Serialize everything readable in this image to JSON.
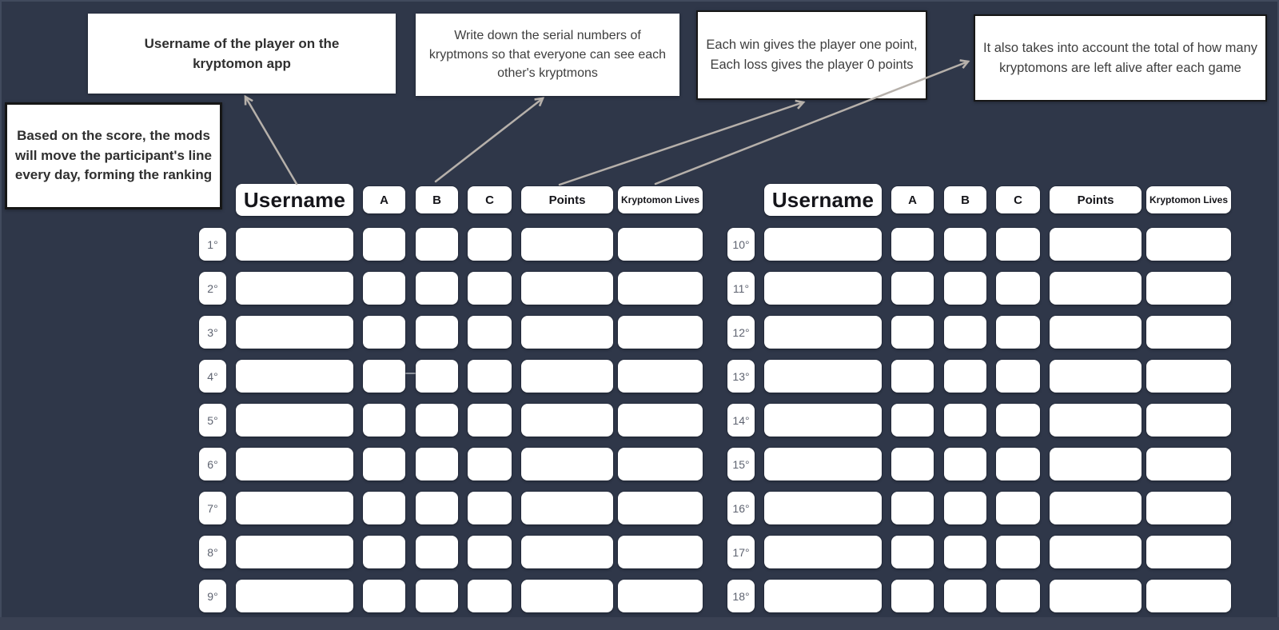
{
  "colors": {
    "background": "#2f3749",
    "frame": "#3a4153",
    "card": "#ffffff",
    "arrow": "#b6b0aa",
    "border_black": "#161616",
    "note_text": "#3e3e3e",
    "note_text_bold": "#2f2f2f",
    "header_text": "#15151a",
    "rank_text": "#5e6370"
  },
  "callouts": {
    "username_note": "Username of the player on the kryptomon app",
    "serial_note": "Write down the serial numbers of kryptmons so that everyone can see each other's kryptmons",
    "points_note": "Each win gives the player one point, Each loss gives the player 0 points",
    "lives_note": "It also takes into account the total of how many kryptomons are left alive after each game",
    "ranking_note": "Based on the score, the mods will move the participant's line every day, forming the ranking"
  },
  "table": {
    "headers": {
      "username": "Username",
      "a": "A",
      "b": "B",
      "c": "C",
      "points": "Points",
      "lives": "Kryptomon Lives"
    },
    "left_ranks": [
      "1°",
      "2°",
      "3°",
      "4°",
      "5°",
      "6°",
      "7°",
      "8°",
      "9°"
    ],
    "right_ranks": [
      "10°",
      "11°",
      "12°",
      "13°",
      "14°",
      "15°",
      "16°",
      "17°",
      "18°"
    ]
  }
}
